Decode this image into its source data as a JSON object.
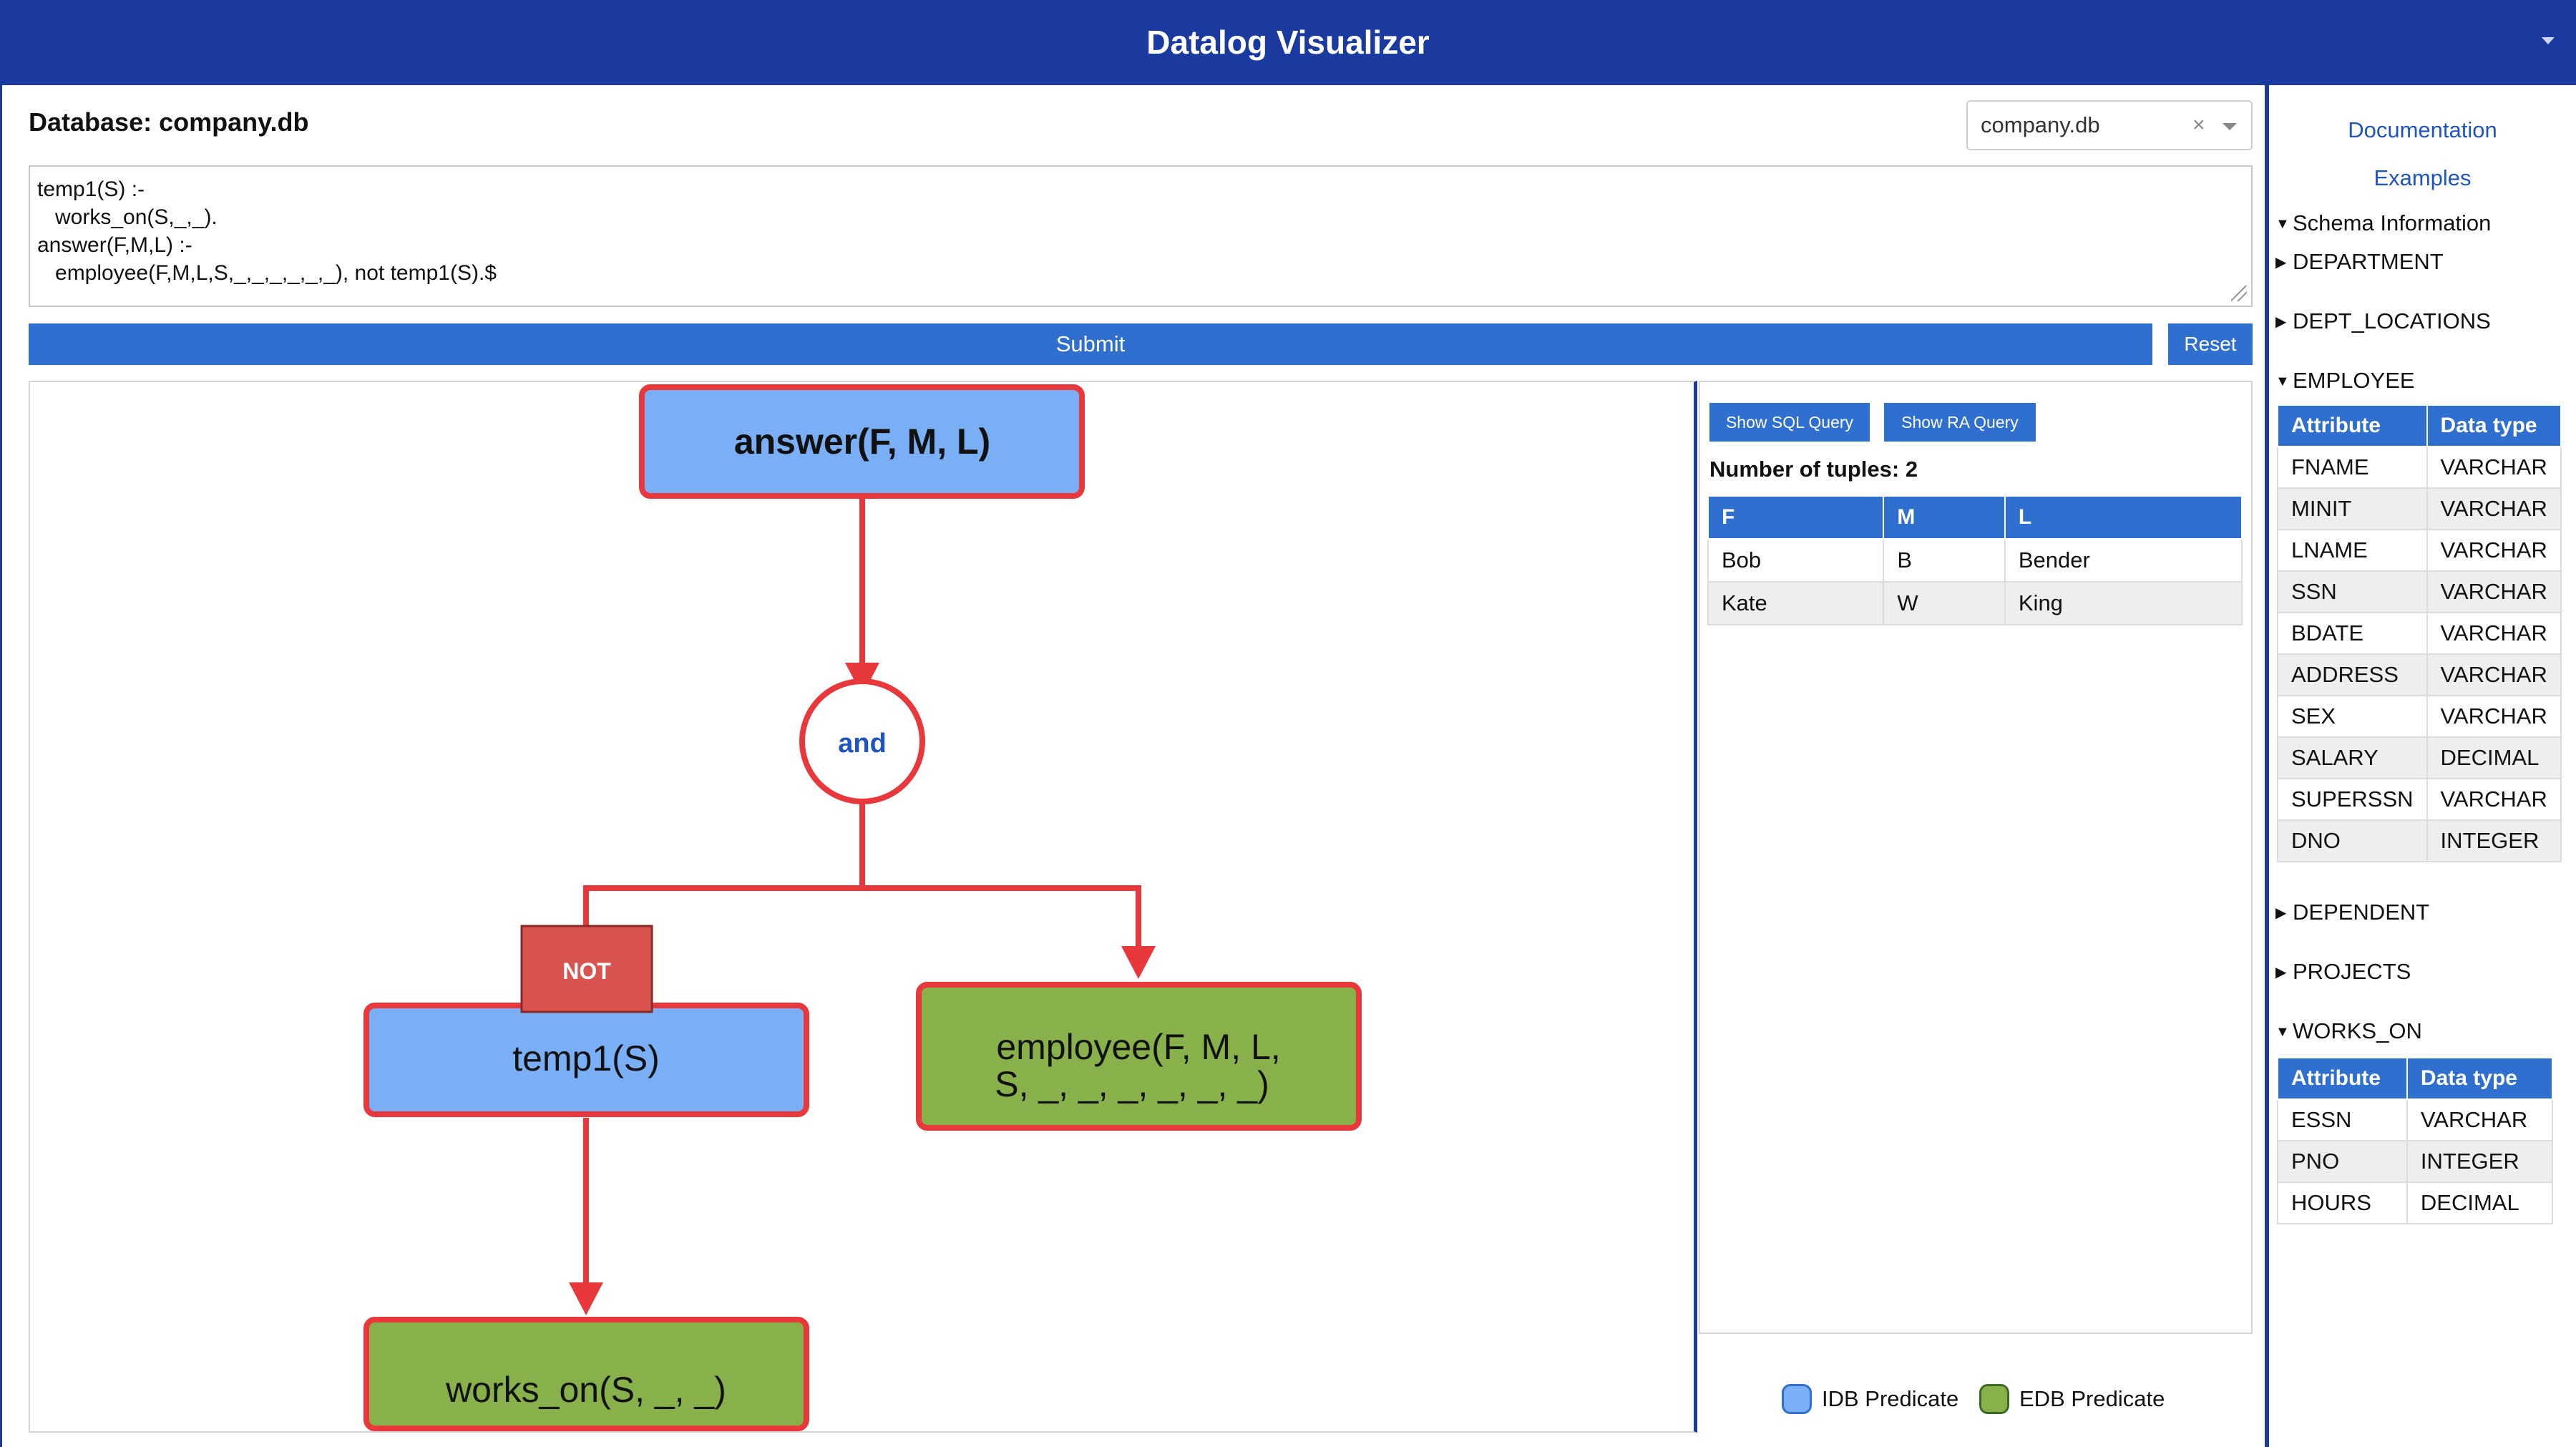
{
  "header": {
    "title": "Datalog Visualizer"
  },
  "database": {
    "label": "Database: company.db",
    "selected": "company.db",
    "clear_glyph": "×"
  },
  "query": {
    "text": "temp1(S) :-\n   works_on(S,_,_).\nanswer(F,M,L) :-\n   employee(F,M,L,S,_,_,_,_,_,_), not temp1(S).$"
  },
  "buttons": {
    "submit": "Submit",
    "reset": "Reset",
    "show_sql": "Show SQL Query",
    "show_ra": "Show RA Query"
  },
  "graph": {
    "nodes": {
      "answer": "answer(F, M, L)",
      "and": "and",
      "not": "NOT",
      "temp1": "temp1(S)",
      "employee_line1": "employee(F, M, L,",
      "employee_line2": "S, _, _, _, _, _, _)",
      "works_on": "works_on(S, _, _)"
    },
    "colors": {
      "idb": "#7aaef5",
      "edb": "#88b04b",
      "border": "#e8383b",
      "not": "#d9534f",
      "and_text": "#1f55c0"
    }
  },
  "results": {
    "tuple_count": "Number of tuples: 2",
    "columns": [
      "F",
      "M",
      "L"
    ],
    "rows": [
      [
        "Bob",
        "B",
        "Bender"
      ],
      [
        "Kate",
        "W",
        "King"
      ]
    ]
  },
  "legend": {
    "idb": "IDB Predicate",
    "edb": "EDB Predicate"
  },
  "sidebar": {
    "documentation": "Documentation",
    "examples": "Examples",
    "schema_info": "Schema Information",
    "tables": {
      "department": "DEPARTMENT",
      "dept_locations": "DEPT_LOCATIONS",
      "employee": "EMPLOYEE",
      "dependent": "DEPENDENT",
      "projects": "PROJECTS",
      "works_on": "WORKS_ON"
    },
    "schema_headers": [
      "Attribute",
      "Data type"
    ],
    "employee_attributes": [
      [
        "FNAME",
        "VARCHAR"
      ],
      [
        "MINIT",
        "VARCHAR"
      ],
      [
        "LNAME",
        "VARCHAR"
      ],
      [
        "SSN",
        "VARCHAR"
      ],
      [
        "BDATE",
        "VARCHAR"
      ],
      [
        "ADDRESS",
        "VARCHAR"
      ],
      [
        "SEX",
        "VARCHAR"
      ],
      [
        "SALARY",
        "DECIMAL"
      ],
      [
        "SUPERSSN",
        "VARCHAR"
      ],
      [
        "DNO",
        "INTEGER"
      ]
    ],
    "works_on_attributes": [
      [
        "ESSN",
        "VARCHAR"
      ],
      [
        "PNO",
        "INTEGER"
      ],
      [
        "HOURS",
        "DECIMAL"
      ]
    ]
  }
}
